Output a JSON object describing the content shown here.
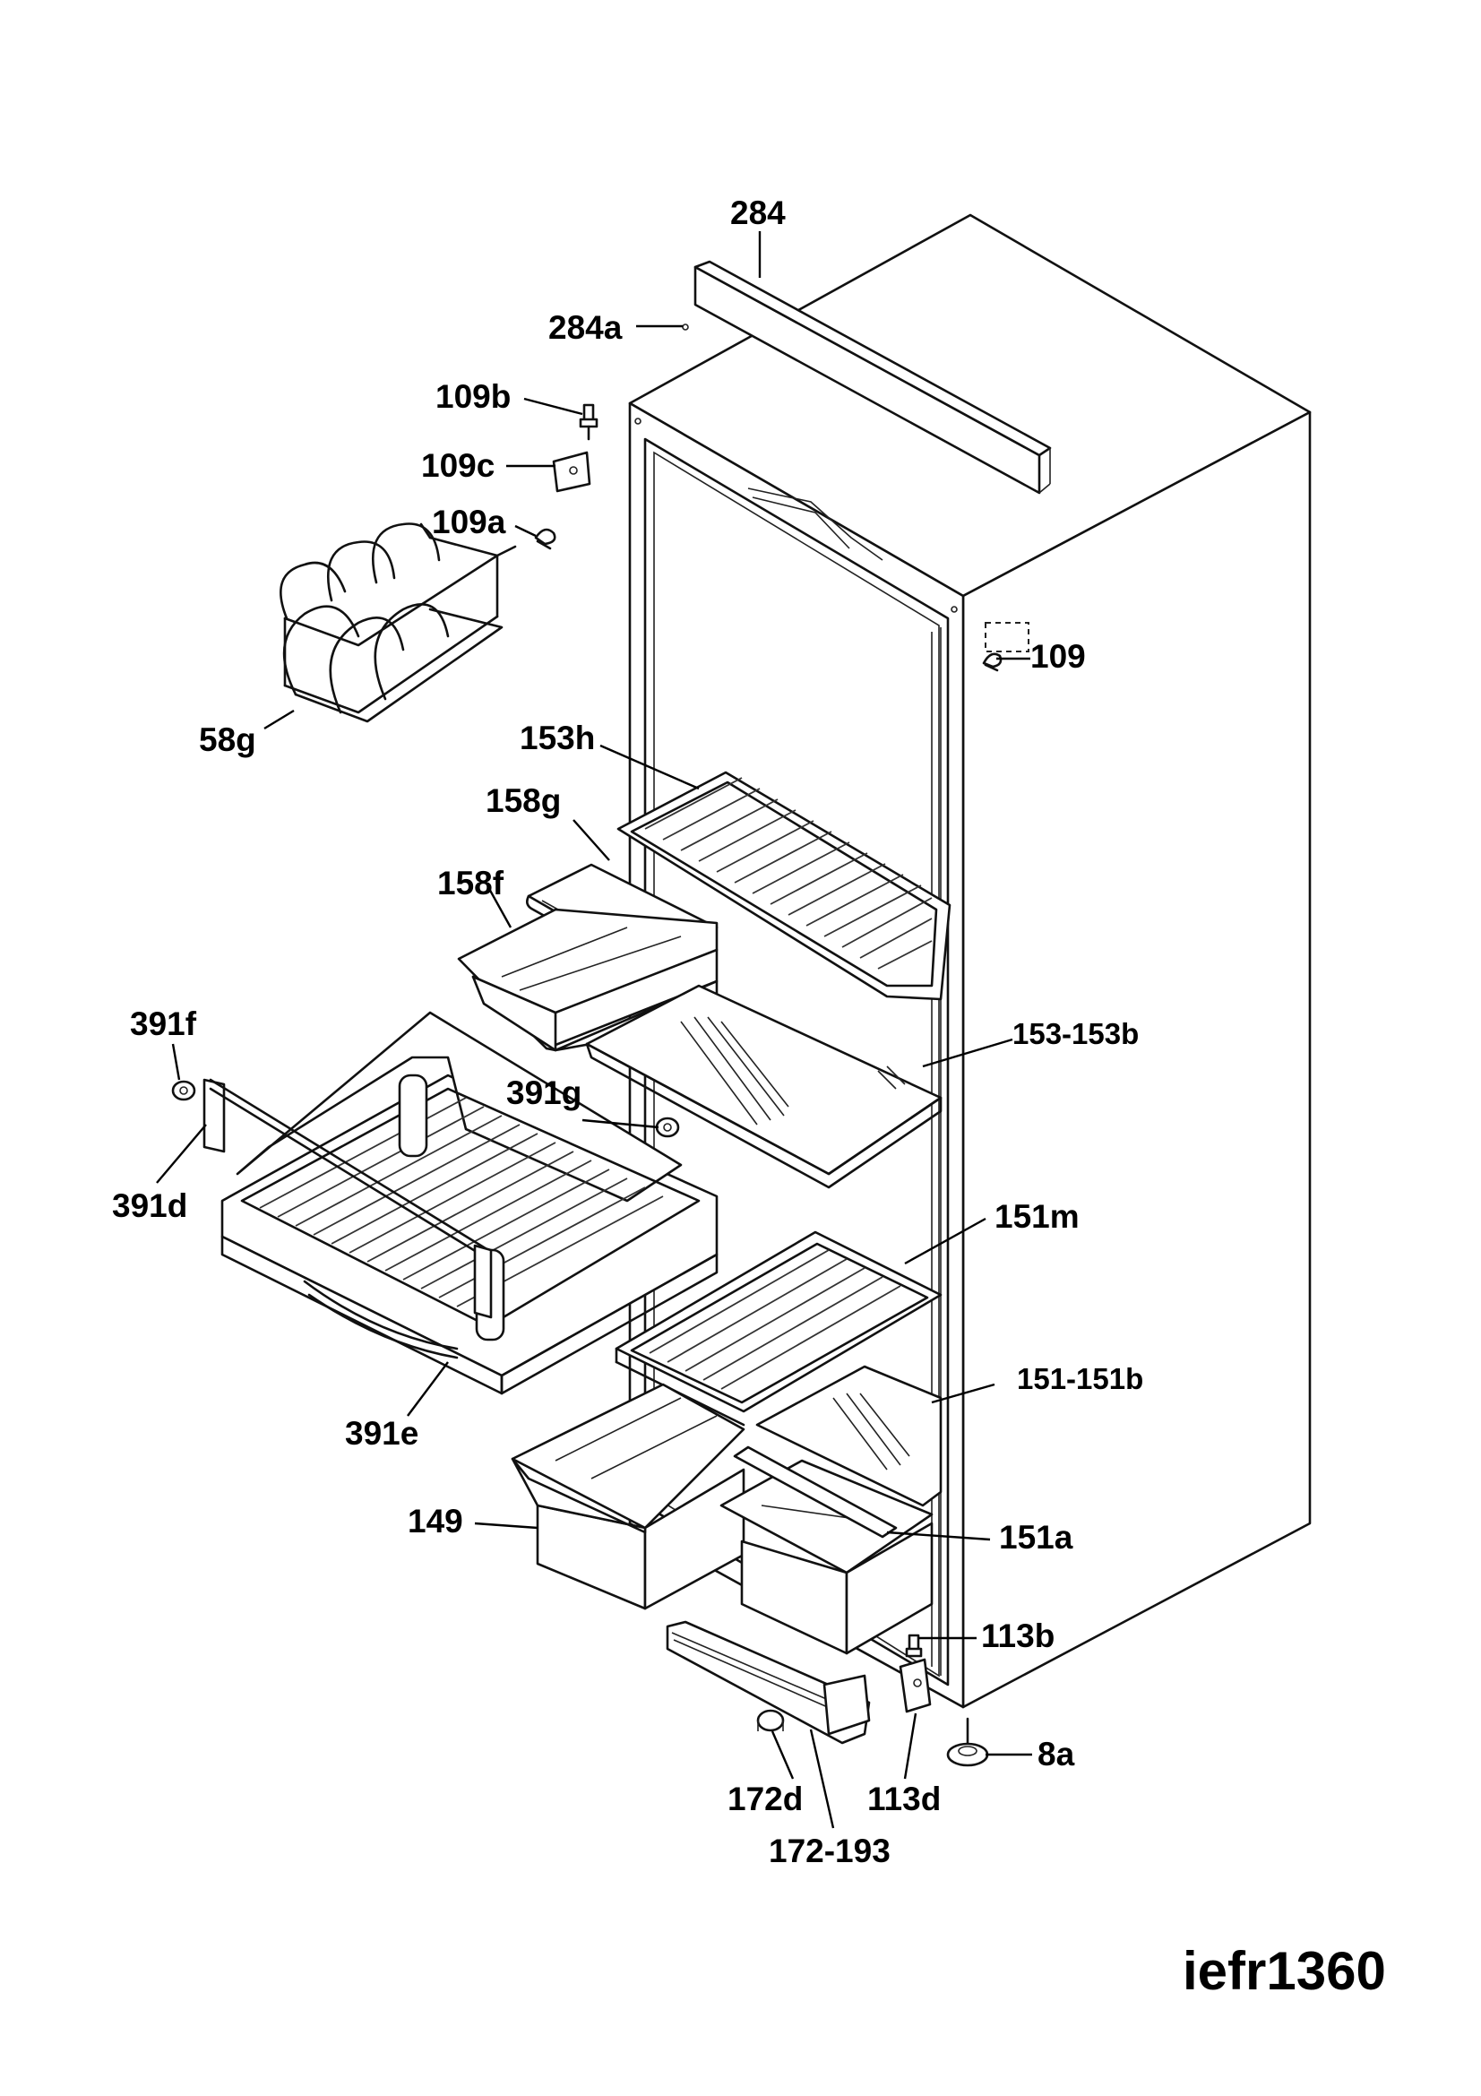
{
  "diagram_code": "iefr1360",
  "labels": {
    "l284": "284",
    "l284a": "284a",
    "l109b": "109b",
    "l109c": "109c",
    "l109a": "109a",
    "l109": "109",
    "l58g": "58g",
    "l153h": "153h",
    "l158g": "158g",
    "l158f": "158f",
    "l153_153b": "153-153b",
    "l391f": "391f",
    "l391g": "391g",
    "l391d": "391d",
    "l151m": "151m",
    "l151_151b": "151-151b",
    "l391e": "391e",
    "l149": "149",
    "l151a": "151a",
    "l113b": "113b",
    "l8a": "8a",
    "l172d": "172d",
    "l113d": "113d",
    "l172_193": "172-193"
  }
}
